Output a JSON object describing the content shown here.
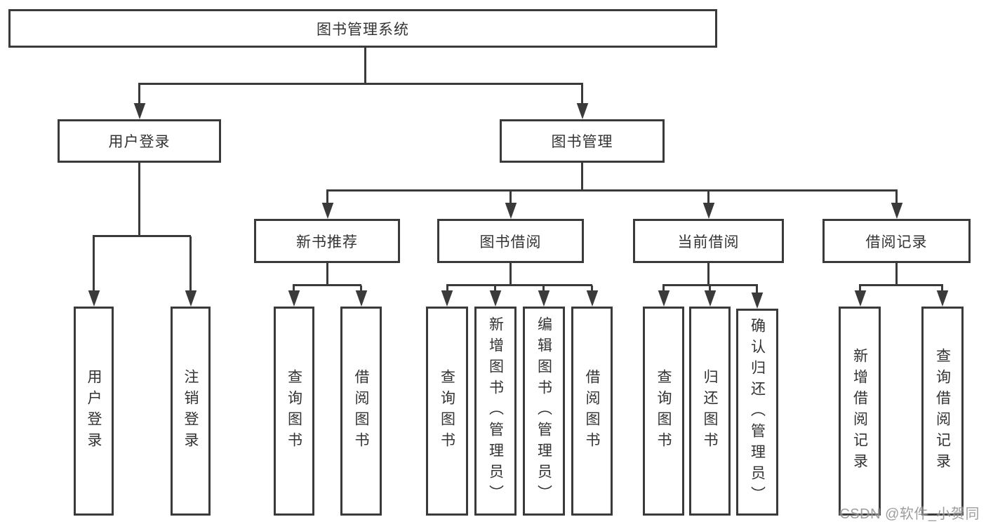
{
  "colors": {
    "line": "#3a3a3a",
    "text": "#333333",
    "watermark": "#8c8c8c",
    "bg": "#ffffff"
  },
  "watermark": "CSDN @软件_小贺同学",
  "tree": {
    "label": "图书管理系统",
    "children": [
      {
        "label": "用户登录",
        "children": [
          {
            "label": "用户登录"
          },
          {
            "label": "注销登录"
          }
        ]
      },
      {
        "label": "图书管理",
        "children": [
          {
            "label": "新书推荐",
            "children": [
              {
                "label": "查询图书"
              },
              {
                "label": "借阅图书"
              }
            ]
          },
          {
            "label": "图书借阅",
            "children": [
              {
                "label": "查询图书"
              },
              {
                "label": "新增图书（管理员）"
              },
              {
                "label": "编辑图书（管理员）"
              },
              {
                "label": "借阅图书"
              }
            ]
          },
          {
            "label": "当前借阅",
            "children": [
              {
                "label": "查询图书"
              },
              {
                "label": "归还图书"
              },
              {
                "label": "确认归还（管理员）"
              }
            ]
          },
          {
            "label": "借阅记录",
            "children": [
              {
                "label": "新增借阅记录"
              },
              {
                "label": "查询借阅记录"
              }
            ]
          }
        ]
      }
    ]
  }
}
